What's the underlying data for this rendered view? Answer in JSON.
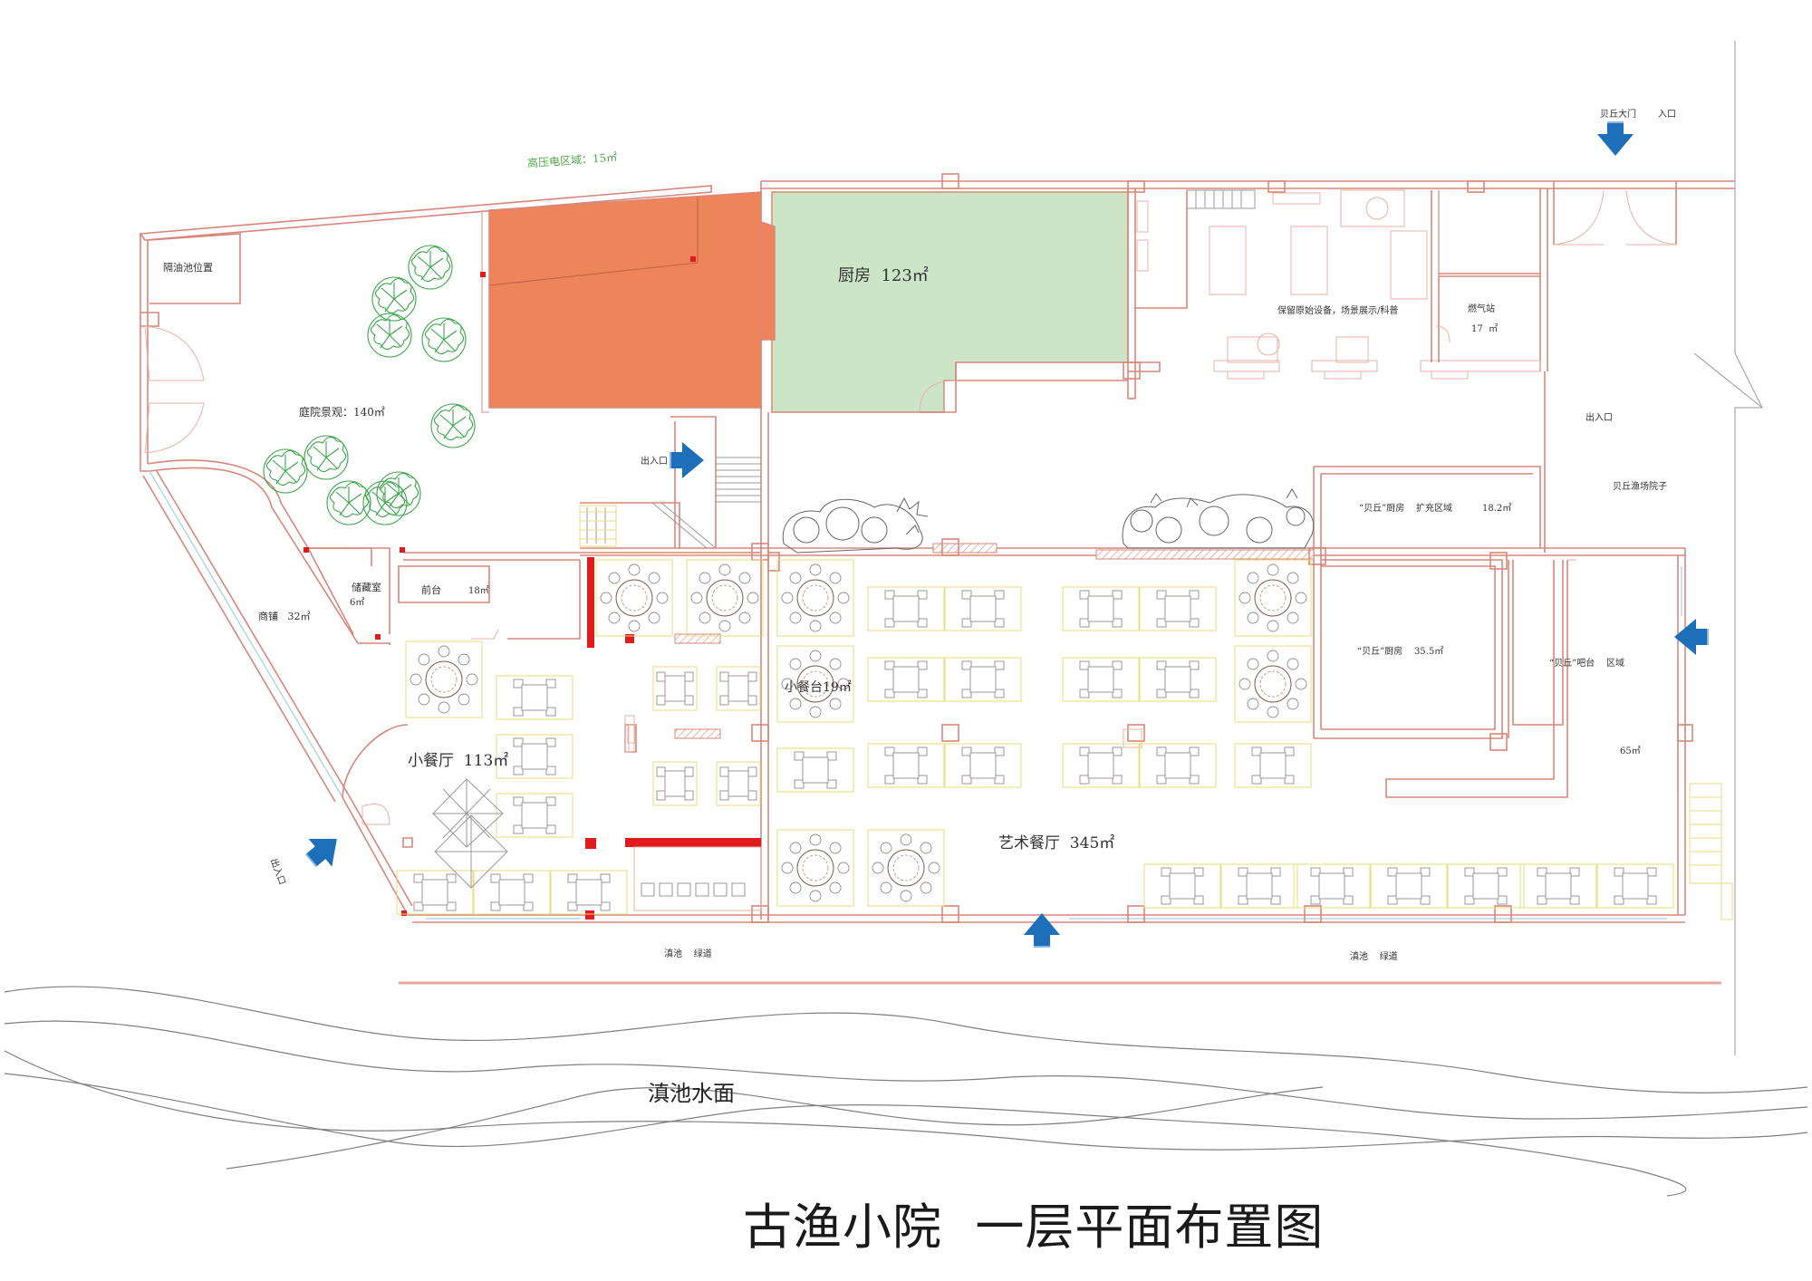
{
  "title": "古渔小院  一层平面布置图",
  "water_label": "滇池水面",
  "colors": {
    "orange_room": "#ee855a",
    "kitchen_green": "#cce5c6",
    "wall": "#d9867a",
    "arrow": "#1e6fba",
    "red_partition": "#e01b1b",
    "green_text": "#52a84a"
  },
  "labels": {
    "high_voltage": "高压电区域：15㎡",
    "oil_trap": "隔油池位置",
    "courtyard": "庭院景观：140㎡",
    "storage": "储藏室",
    "storage_area": "6㎡",
    "front_desk": "前台",
    "front_desk_area": "18㎡",
    "shop": "商铺   32㎡",
    "small_dining": "小餐厅  113㎡",
    "small_stage": "小餐台19㎡",
    "art_dining": "艺术餐厅  345㎡",
    "kitchen": "厨房  123㎡",
    "equipment": "保留原始设备，场景展示/科普",
    "gas_station": "燃气站",
    "gas_area": "17  ㎡",
    "beiqiu_gate": "贝丘大门",
    "entrance": "入口",
    "entry_exit_right": "出入口",
    "beiqiu_yard": "贝丘渔场院子",
    "kitchen_ext": "“贝丘”厨房    扩充区域",
    "kitchen_ext_area": "18.2㎡",
    "beiqiu_kitchen": "“贝丘”厨房    35.5㎡",
    "bar_area": "“贝丘”吧台    区域",
    "bar_size": "65㎡",
    "entry_exit_court": "出入口",
    "entry_exit_left": "出入口",
    "greenway_left": "滇池    绿道",
    "greenway_right": "滇池    绿道"
  }
}
